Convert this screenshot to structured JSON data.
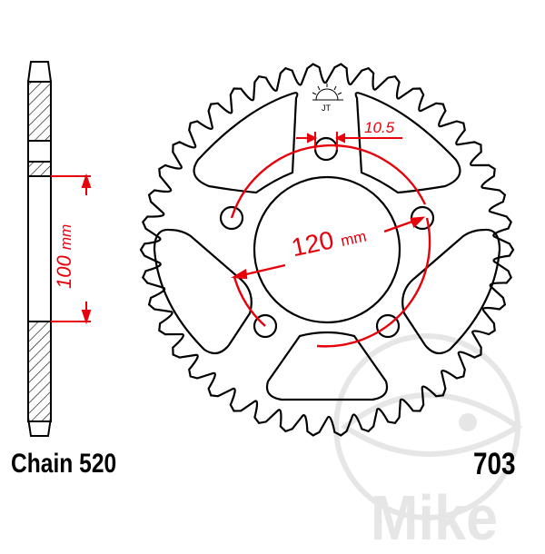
{
  "diagram": {
    "type": "rear-sprocket-technical-drawing",
    "part_number": "703",
    "chain_label": "Chain 520",
    "dimensions": {
      "hub_bore": {
        "value": "100",
        "unit": "mm"
      },
      "pitch_circle_diameter": {
        "value": "120",
        "unit": "mm"
      },
      "bolt_hole_diameter": {
        "value": "10.5"
      }
    },
    "teeth_count_approx": 42,
    "bolt_holes": 5,
    "lightening_cutouts": 5,
    "watermark": "Mike",
    "colors": {
      "outline": "#000000",
      "dimension": "#e8000b",
      "watermark": "#e6e6e6"
    }
  }
}
